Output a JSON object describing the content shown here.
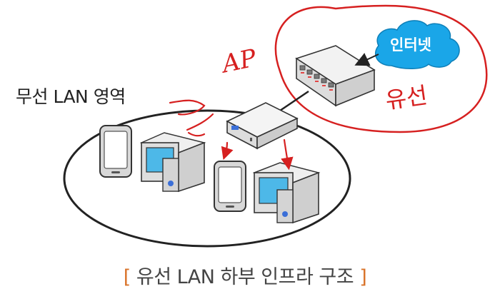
{
  "diagram": {
    "wireless_lan_label": "무선 LAN 영역",
    "internet_label": "인터넷",
    "caption": {
      "open_bracket": "[",
      "text": "유선 LAN 하부 인프라 구조",
      "close_bracket": "]"
    }
  },
  "handwriting": {
    "ap_note": "AP",
    "wired_note": "유선"
  },
  "colors": {
    "cloud": "#1aa6e8",
    "annotation": "#d62020",
    "bracket": "#d9732a",
    "device_screen": "#4db8e8"
  }
}
